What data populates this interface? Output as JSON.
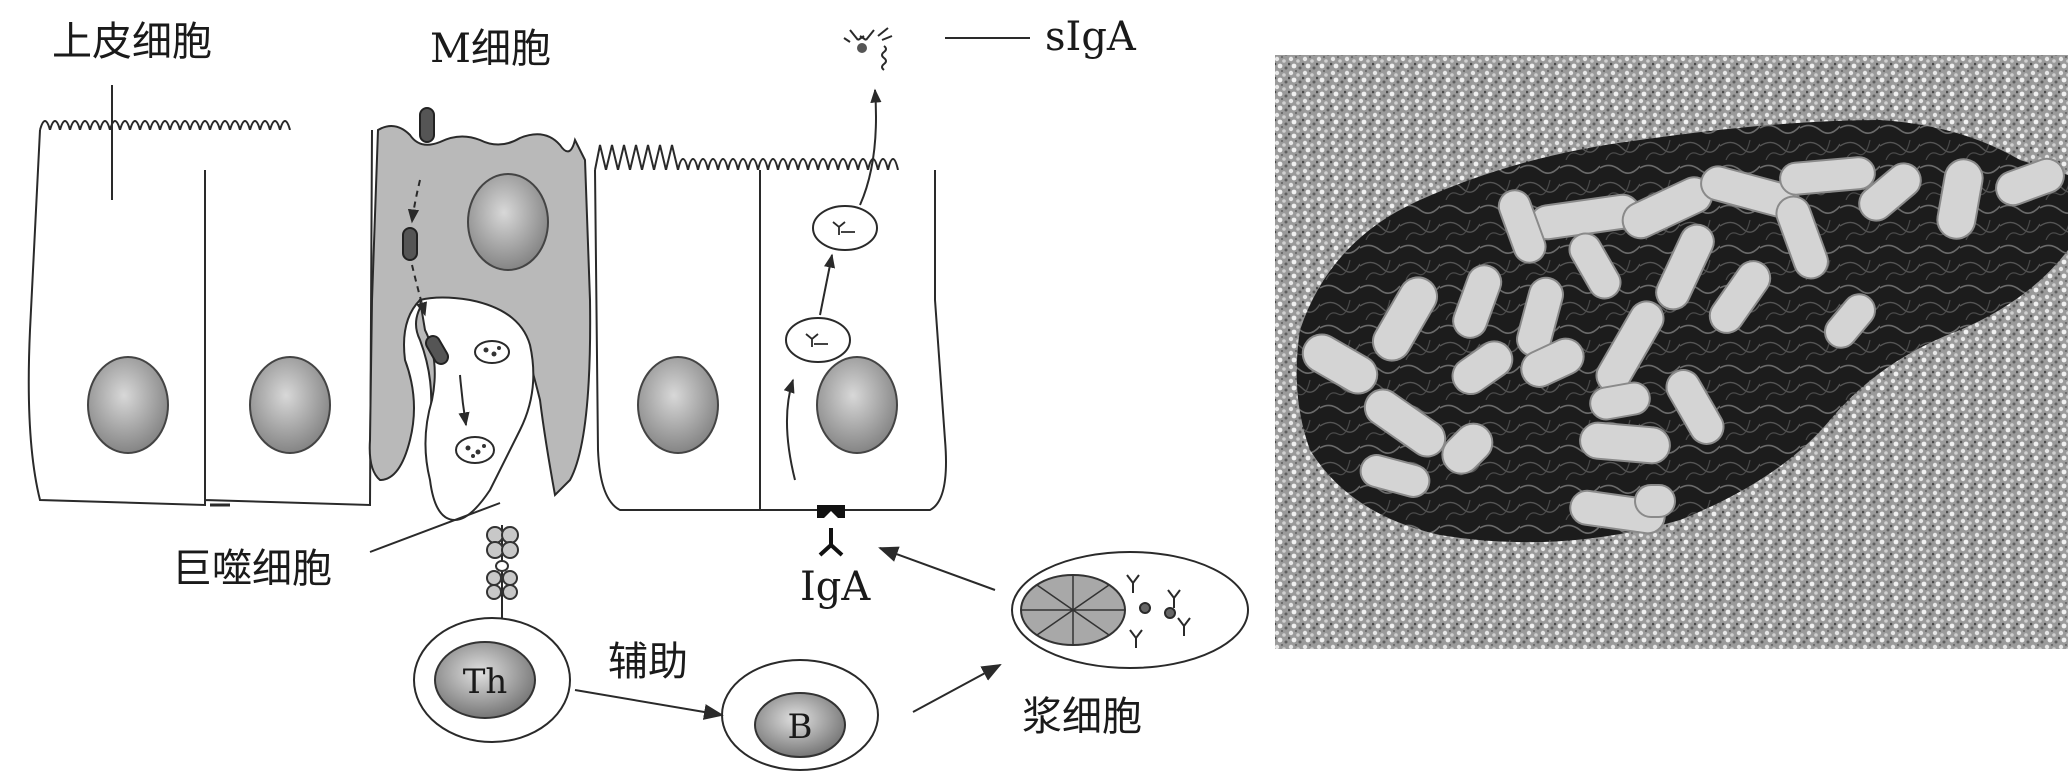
{
  "diagram": {
    "labels": {
      "epithelial_cell": "上皮细胞",
      "m_cell": "M细胞",
      "siga": "sIgA",
      "macrophage": "巨噬细胞",
      "iga": "IgA",
      "th_cell": "Th",
      "helper": "辅助",
      "b_cell": "B",
      "plasma_cell": "浆细胞"
    },
    "colors": {
      "line": "#2a2a2a",
      "m_cell_fill": "#b8b8b8",
      "nucleus_dark": "#8a8a8a",
      "nucleus_light": "#d6d6d6"
    }
  },
  "micrograph": {
    "description_icon": "electron-micrograph-bacteria-in-intestinal-lumen",
    "colors": {
      "dark_area": "#1f1f1f",
      "texture_light": "#cfcfcf",
      "rod_fill": "#d9d9d9"
    }
  }
}
